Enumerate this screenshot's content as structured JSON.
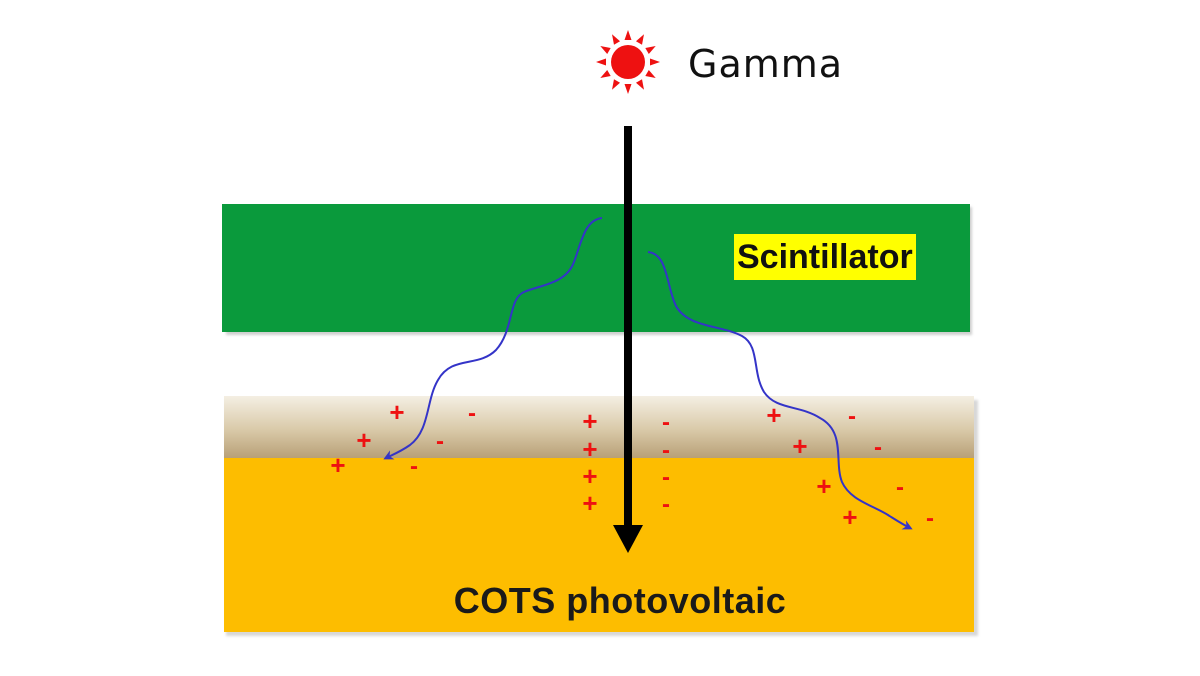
{
  "labels": {
    "source": "Gamma",
    "upper_layer": "Scintillator",
    "lower_layer": "COTS photovoltaic"
  },
  "charges": {
    "positive": "+",
    "negative": "-"
  },
  "colors": {
    "scintillator": "#0a9a3c",
    "photovoltaic": "#fdbd00",
    "depletion_top": "#f1eadc",
    "depletion_bottom": "#bca57a",
    "photon_path": "#3434c8",
    "gamma_arrow": "#000000",
    "sun": "#ee1111",
    "label_highlight": "#ffff00",
    "charge": "#ee1111"
  },
  "icons": {
    "gamma_source": "sun-burst-icon"
  }
}
